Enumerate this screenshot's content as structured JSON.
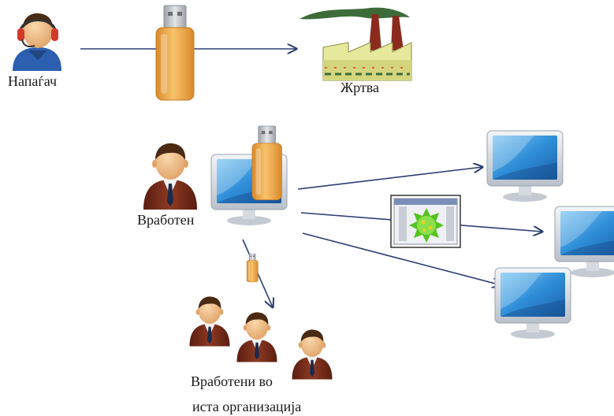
{
  "labels": {
    "attacker": "Напаѓач",
    "victim": "Жртва",
    "employee": "Вработен",
    "coworkers_line1": "Вработени во",
    "coworkers_line2": "иста организација"
  },
  "colors": {
    "arrow": "#2b3f73",
    "usb_body": "#f0a640",
    "usb_metal": "#b8bcc0",
    "skin": "#f2c28e",
    "suit": "#7a2c1c",
    "hair": "#4a2a12",
    "attacker_shirt": "#2d5fb0",
    "monitor_screen": "#2f8ed8",
    "monitor_frame": "#c9ced6",
    "factory_wall": "#e6e89b",
    "factory_chimney": "#8b2a1d",
    "factory_roof": "#3d6b3a",
    "virus": "#56c21f"
  },
  "icons": {
    "attacker": "attacker-headset-icon",
    "usb": "usb-drive-icon",
    "factory": "factory-icon",
    "employee": "businessman-icon",
    "monitor": "monitor-icon",
    "virus": "virus-window-icon"
  }
}
